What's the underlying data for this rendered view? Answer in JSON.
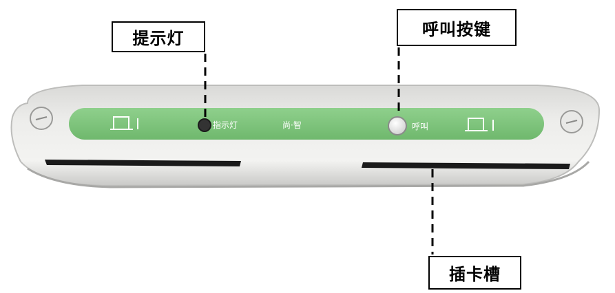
{
  "callouts": {
    "indicator_light": "提示灯",
    "call_button": "呼叫按键",
    "card_slot": "插卡槽"
  },
  "device": {
    "strip_indicator_text": "指示灯",
    "strip_center_text": "尚·智",
    "strip_call_text": "呼叫",
    "body_color": "#e4e4e2",
    "strip_color": "#7cc47a"
  }
}
